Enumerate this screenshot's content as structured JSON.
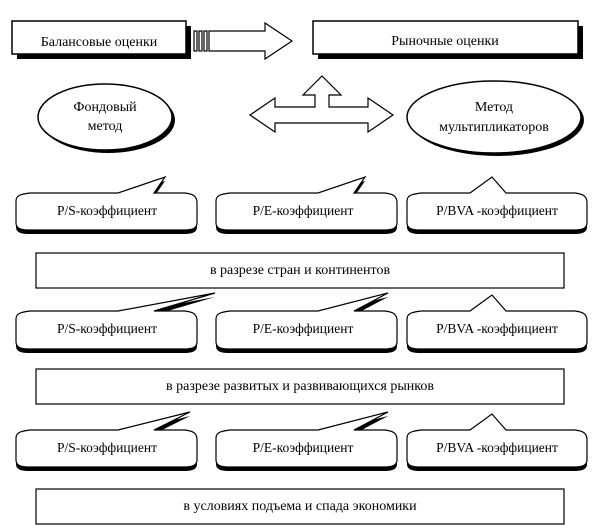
{
  "top": {
    "left_box_label": "Балансовые оценки",
    "right_box_label": "Рыночные оценки"
  },
  "methods": {
    "left": [
      "Фондовый",
      "метод"
    ],
    "right": [
      "Метод",
      "мультипликаторов"
    ]
  },
  "groups": [
    {
      "callouts": [
        "P/S-коэффициент",
        "P/E-коэффициент",
        "P/BVA -коэффициент"
      ],
      "section_label": "в разрезе стран и континентов"
    },
    {
      "callouts": [
        "P/S-коэффициент",
        "P/E-коэффициент",
        "P/BVA -коэффициент"
      ],
      "section_label": "в разрезе развитых и развивающихся рынков"
    },
    {
      "callouts": [
        "P/S-коэффициент",
        "P/E-коэффициент",
        "P/BVA -коэффициент"
      ],
      "section_label": "в условиях подъема и спада экономики"
    }
  ],
  "colors": {
    "stroke": "#000000",
    "shadow": "#000000",
    "fill": "#ffffff"
  }
}
